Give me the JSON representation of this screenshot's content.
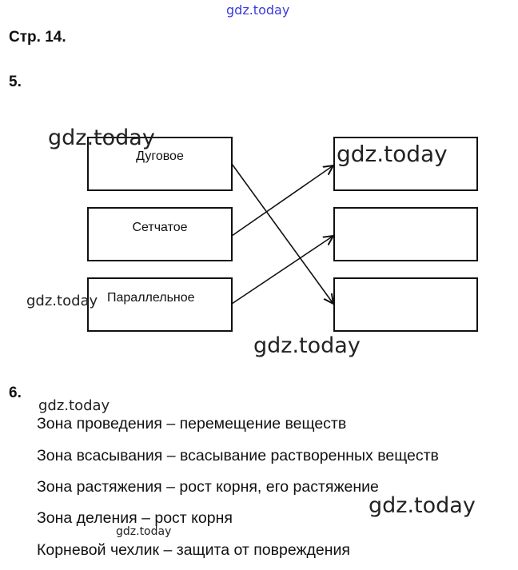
{
  "watermark": "gdz.today",
  "header": "Стр. 14.",
  "task5": {
    "number": "5.",
    "left_boxes": [
      "Дуговое",
      "Сетчатое",
      "Параллельное"
    ],
    "right_boxes": [
      "",
      "",
      ""
    ],
    "connections": [
      [
        0,
        2
      ],
      [
        1,
        0
      ],
      [
        2,
        1
      ]
    ]
  },
  "task6": {
    "number": "6.",
    "lines": [
      "Зона проведения – перемещение веществ",
      "Зона всасывания – всасывание растворенных веществ",
      "Зона растяжения – рост корня, его растяжение",
      "Зона деления – рост корня",
      "Корневой чехлик – защита от повреждения"
    ]
  }
}
